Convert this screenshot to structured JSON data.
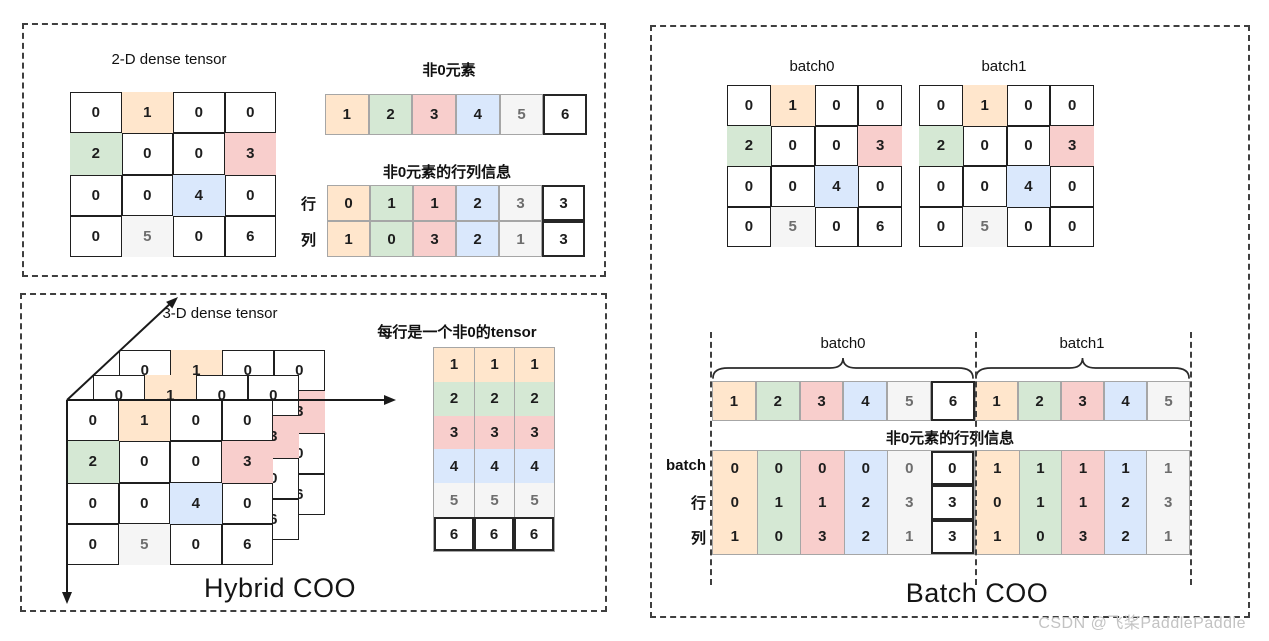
{
  "palette": {
    "orange": "#ffe6cc",
    "green": "#d5e8d4",
    "red": "#f8cecc",
    "blue": "#dae8fc",
    "gray": "#f5f5f5",
    "white": "#ffffff"
  },
  "watermark": "CSDN @飞桨PaddlePaddle",
  "panel2d": {
    "title": "2-D dense tensor",
    "matrix": {
      "values": [
        [
          "0",
          "1",
          "0",
          "0"
        ],
        [
          "2",
          "0",
          "0",
          "3"
        ],
        [
          "0",
          "0",
          "4",
          "0"
        ],
        [
          "0",
          "5",
          "0",
          "6"
        ]
      ],
      "colors": [
        [
          "white",
          "orange",
          "white",
          "white"
        ],
        [
          "green",
          "white",
          "white",
          "red"
        ],
        [
          "white",
          "white",
          "blue",
          "white"
        ],
        [
          "white",
          "gray",
          "white",
          "white"
        ]
      ]
    },
    "nonzero": {
      "title": "非0元素",
      "values": [
        "1",
        "2",
        "3",
        "4",
        "5",
        "6"
      ],
      "colors": [
        "orange",
        "green",
        "red",
        "blue",
        "gray",
        "white"
      ]
    },
    "coords": {
      "title": "非0元素的行列信息",
      "row_label": "行",
      "col_label": "列",
      "values": [
        [
          "0",
          "1",
          "1",
          "2",
          "3",
          "3"
        ],
        [
          "1",
          "0",
          "3",
          "2",
          "1",
          "3"
        ]
      ],
      "colors": [
        "orange",
        "green",
        "red",
        "blue",
        "gray",
        "white"
      ]
    }
  },
  "panel3d": {
    "title": "3-D dense tensor",
    "matrix": {
      "values": [
        [
          "0",
          "1",
          "0",
          "0"
        ],
        [
          "2",
          "0",
          "0",
          "3"
        ],
        [
          "0",
          "0",
          "4",
          "0"
        ],
        [
          "0",
          "5",
          "0",
          "6"
        ]
      ],
      "colors": [
        [
          "white",
          "orange",
          "white",
          "white"
        ],
        [
          "green",
          "white",
          "white",
          "red"
        ],
        [
          "white",
          "white",
          "blue",
          "white"
        ],
        [
          "white",
          "gray",
          "white",
          "white"
        ]
      ]
    },
    "table": {
      "title": "每行是一个非0的tensor",
      "values": [
        [
          "1",
          "1",
          "1"
        ],
        [
          "2",
          "2",
          "2"
        ],
        [
          "3",
          "3",
          "3"
        ],
        [
          "4",
          "4",
          "4"
        ],
        [
          "5",
          "5",
          "5"
        ],
        [
          "6",
          "6",
          "6"
        ]
      ],
      "colors": [
        "orange",
        "green",
        "red",
        "blue",
        "gray",
        "white"
      ]
    },
    "caption": "Hybrid COO"
  },
  "panelBatch": {
    "batch0": {
      "label": "batch0",
      "matrix": {
        "values": [
          [
            "0",
            "1",
            "0",
            "0"
          ],
          [
            "2",
            "0",
            "0",
            "3"
          ],
          [
            "0",
            "0",
            "4",
            "0"
          ],
          [
            "0",
            "5",
            "0",
            "6"
          ]
        ],
        "colors": [
          [
            "white",
            "orange",
            "white",
            "white"
          ],
          [
            "green",
            "white",
            "white",
            "red"
          ],
          [
            "white",
            "white",
            "blue",
            "white"
          ],
          [
            "white",
            "gray",
            "white",
            "white"
          ]
        ]
      }
    },
    "batch1": {
      "label": "batch1",
      "matrix": {
        "values": [
          [
            "0",
            "1",
            "0",
            "0"
          ],
          [
            "2",
            "0",
            "0",
            "3"
          ],
          [
            "0",
            "0",
            "4",
            "0"
          ],
          [
            "0",
            "5",
            "0",
            "0"
          ]
        ],
        "colors": [
          [
            "white",
            "orange",
            "white",
            "white"
          ],
          [
            "green",
            "white",
            "white",
            "red"
          ],
          [
            "white",
            "white",
            "blue",
            "white"
          ],
          [
            "white",
            "gray",
            "white",
            "white"
          ]
        ]
      }
    },
    "values": {
      "batch0": [
        "1",
        "2",
        "3",
        "4",
        "5",
        "6"
      ],
      "batch1": [
        "1",
        "2",
        "3",
        "4",
        "5"
      ],
      "colors_batch0": [
        "orange",
        "green",
        "red",
        "blue",
        "gray",
        "white"
      ],
      "colors_batch1": [
        "orange",
        "green",
        "red",
        "blue",
        "gray"
      ]
    },
    "coords": {
      "title": "非0元素的行列信息",
      "row_labels": [
        "batch",
        "行",
        "列"
      ],
      "batch0": [
        [
          "0",
          "0",
          "0",
          "0",
          "0",
          "0"
        ],
        [
          "0",
          "1",
          "1",
          "2",
          "3",
          "3"
        ],
        [
          "1",
          "0",
          "3",
          "2",
          "1",
          "3"
        ]
      ],
      "batch1": [
        [
          "1",
          "1",
          "1",
          "1",
          "1"
        ],
        [
          "0",
          "1",
          "1",
          "2",
          "3"
        ],
        [
          "1",
          "0",
          "3",
          "2",
          "1"
        ]
      ],
      "colors_batch0": [
        "orange",
        "green",
        "red",
        "blue",
        "gray",
        "white"
      ],
      "colors_batch1": [
        "orange",
        "green",
        "red",
        "blue",
        "gray"
      ]
    },
    "caption": "Batch COO"
  }
}
